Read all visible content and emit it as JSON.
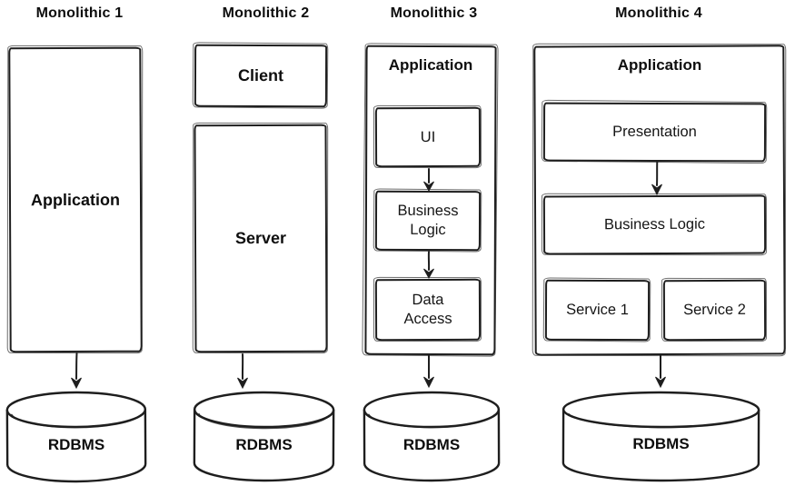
{
  "colors": {
    "ink": "#1e1e1e",
    "background": "#ffffff",
    "text": "#111111"
  },
  "columns": [
    {
      "title": "Monolithic 1",
      "app": "Application",
      "database": "RDBMS"
    },
    {
      "title": "Monolithic 2",
      "client": "Client",
      "server": "Server",
      "database": "RDBMS"
    },
    {
      "title": "Monolithic 3",
      "app": "Application",
      "layers": [
        "UI",
        "Business Logic",
        "Data Access"
      ],
      "database": "RDBMS"
    },
    {
      "title": "Monolithic 4",
      "app": "Application",
      "layers": [
        "Presentation",
        "Business Logic"
      ],
      "services": [
        "Service 1",
        "Service 2"
      ],
      "database": "RDBMS"
    }
  ]
}
